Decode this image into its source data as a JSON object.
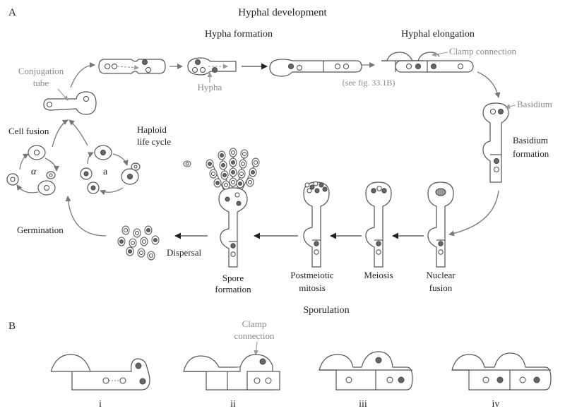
{
  "figure": {
    "panel_a_letter": "A",
    "panel_b_letter": "B",
    "title": "Hyphal development",
    "sporulation": "Sporulation"
  },
  "stages": {
    "hypha_formation": "Hypha formation",
    "hyphal_elongation": "Hyphal elongation",
    "clamp_connection": "Clamp connection",
    "hypha": "Hypha",
    "see_fig": "(see fig. 33.1B)",
    "basidium": "Basidium",
    "basidium_formation_1": "Basidium",
    "basidium_formation_2": "formation",
    "conjugation_1": "Conjugation",
    "conjugation_2": "tube",
    "cell_fusion": "Cell fusion",
    "haploid_1": "Haploid",
    "haploid_2": "life cycle",
    "alpha": "α",
    "a": "a",
    "germination": "Germination",
    "dispersal": "Dispersal",
    "spore_formation_1": "Spore",
    "spore_formation_2": "formation",
    "postmeiotic_1": "Postmeiotic",
    "postmeiotic_2": "mitosis",
    "meiosis": "Meiosis",
    "nuclear_fusion_1": "Nuclear",
    "nuclear_fusion_2": "fusion"
  },
  "panel_b": {
    "clamp_1": "Clamp",
    "clamp_2": "connection",
    "labels": [
      "i",
      "ii",
      "iii",
      "iv"
    ]
  },
  "colors": {
    "line": "#555555",
    "gray_text": "#8a8a8a",
    "nucleus_fill": "#666666"
  }
}
